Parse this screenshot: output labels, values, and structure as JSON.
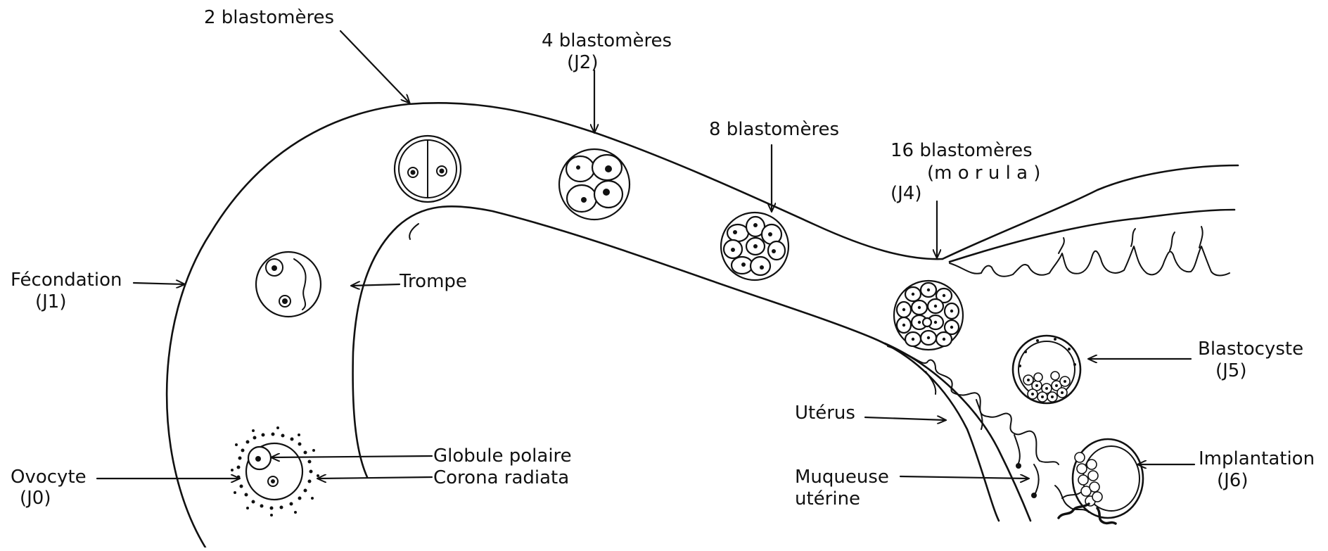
{
  "labels": {
    "two_blastomeres": "2 blastomères",
    "four_blastomeres": "4 blastomères",
    "four_day": "(J2)",
    "eight_blastomeres": "8 blastomères",
    "sixteen_blastomeres": "16 blastomères",
    "morula": "(m o r u l a )",
    "sixteen_day": "(J4)",
    "fecondation": "Fécondation",
    "fecondation_day": "(J1)",
    "trompe": "Trompe",
    "blastocyste": "Blastocyste",
    "blastocyste_day": "(J5)",
    "uterus": "Utérus",
    "globule_polaire": "Globule polaire",
    "corona_radiata": "Corona radiata",
    "ovocyte": "Ovocyte",
    "ovocyte_day": "(J0)",
    "muqueuse_line1": "Muqueuse",
    "muqueuse_line2": "utérine",
    "implantation": "Implantation",
    "implantation_day": "(J6)"
  }
}
